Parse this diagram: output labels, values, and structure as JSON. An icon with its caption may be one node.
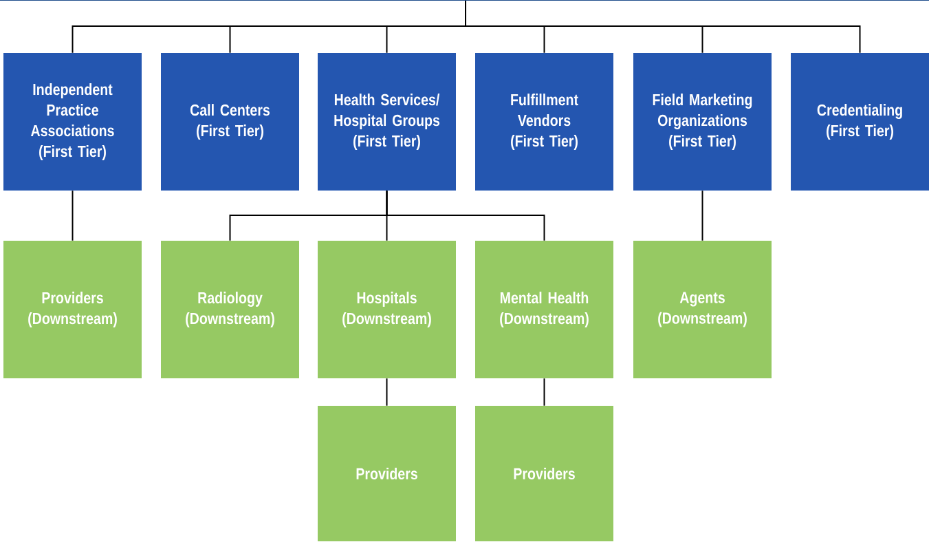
{
  "diagram": {
    "nodes": [
      {
        "text": [],
        "shape": "bar"
      },
      {
        "text": [
          "Independent Practice Associations (First Tier)"
        ]
      },
      {
        "text": [
          "Call Centers (First Tier)"
        ]
      },
      {
        "text": [
          "Health Services/ Hospital Groups (First Tier)"
        ]
      },
      {
        "text": [
          "Fulfillment Vendors (First Tier)"
        ]
      },
      {
        "text": [
          "Field Marketing Organizations (First Tier)"
        ]
      },
      {
        "text": [
          "Credentialing (First Tier)"
        ]
      },
      {
        "text": [
          "Providers (Downstream)"
        ]
      },
      {
        "text": [
          "Radiology (Downstream)"
        ]
      },
      {
        "text": [
          "Hospitals (Downstream)"
        ]
      },
      {
        "text": [
          "Mental Health (Downstream)"
        ]
      },
      {
        "text": [
          "Agents (Downstream)"
        ]
      },
      {
        "text": [
          "Providers"
        ]
      },
      {
        "text": [
          "Providers"
        ]
      }
    ],
    "edges": [
      {
        "from": 0,
        "to": 1,
        "arrow": "none"
      },
      {
        "from": 0,
        "to": 2,
        "arrow": "none"
      },
      {
        "from": 0,
        "to": 3,
        "arrow": "none"
      },
      {
        "from": 0,
        "to": 4,
        "arrow": "none"
      },
      {
        "from": 0,
        "to": 5,
        "arrow": "none"
      },
      {
        "from": 0,
        "to": 6,
        "arrow": "none"
      },
      {
        "from": 1,
        "to": 7,
        "arrow": "none"
      },
      {
        "from": 3,
        "to": 8,
        "arrow": "none"
      },
      {
        "from": 3,
        "to": 9,
        "arrow": "none"
      },
      {
        "from": 3,
        "to": 10,
        "arrow": "none"
      },
      {
        "from": 5,
        "to": 11,
        "arrow": "none"
      },
      {
        "from": 9,
        "to": 12,
        "arrow": "none"
      },
      {
        "from": 10,
        "to": 13,
        "arrow": "none"
      }
    ]
  }
}
